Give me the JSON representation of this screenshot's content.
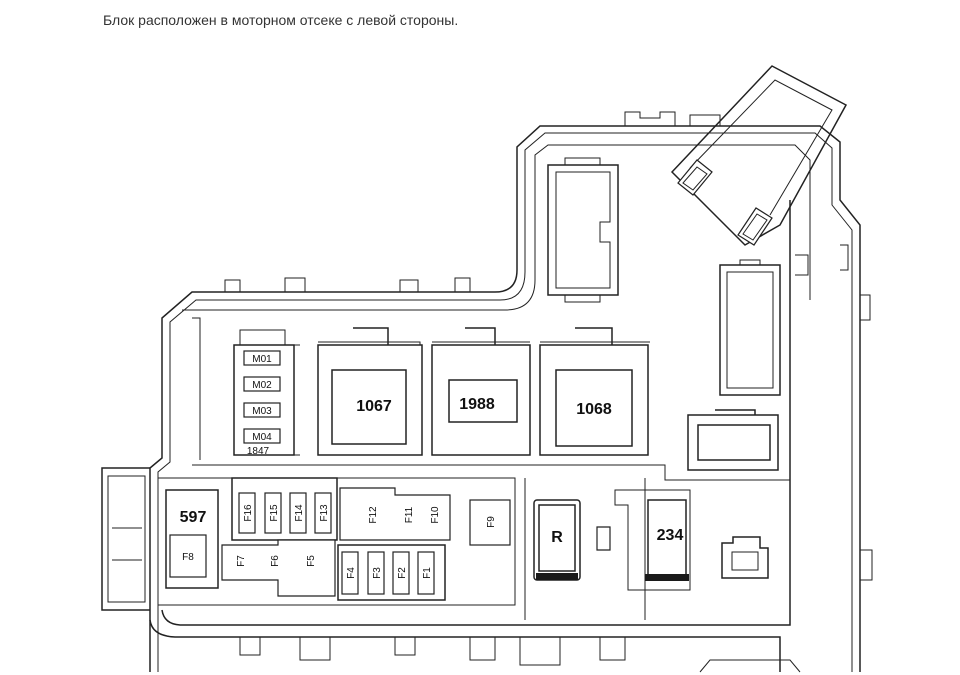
{
  "caption": "Блок расположен в моторном отсеке с левой стороны.",
  "relays": {
    "r1067": "1067",
    "r1988": "1988",
    "r1068": "1068",
    "r597": "597",
    "r234": "234",
    "rR": "R",
    "r1847": "1847"
  },
  "mini_fuses": [
    "M01",
    "M02",
    "M03",
    "M04"
  ],
  "fuses": {
    "f1": "F1",
    "f2": "F2",
    "f3": "F3",
    "f4": "F4",
    "f5": "F5",
    "f6": "F6",
    "f7": "F7",
    "f8": "F8",
    "f9": "F9",
    "f10": "F10",
    "f11": "F11",
    "f12": "F12",
    "f13": "F13",
    "f14": "F14",
    "f15": "F15",
    "f16": "F16"
  }
}
